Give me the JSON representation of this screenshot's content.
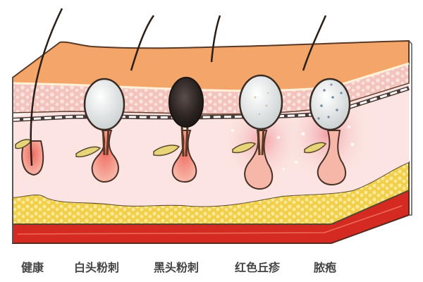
{
  "diagram": {
    "type": "skin cross-section illustration",
    "stages": [
      {
        "id": "healthy",
        "label": "健康",
        "color": "#e8b4a8"
      },
      {
        "id": "whitehead",
        "label": "白头粉刺",
        "color": "#e8ebeb"
      },
      {
        "id": "blackhead",
        "label": "黑头粉刺",
        "color": "#2a2320"
      },
      {
        "id": "papule",
        "label": "红色丘疹",
        "color": "#dfe3df"
      },
      {
        "id": "pustule",
        "label": "脓疱",
        "color": "#dfe3e3"
      }
    ],
    "layers": {
      "surface": "#f4a56a",
      "epidermis": "#f3c9c4",
      "dermis": "#fbe5e3",
      "fat": "#f3d25a",
      "muscle": "#d42a22"
    }
  }
}
